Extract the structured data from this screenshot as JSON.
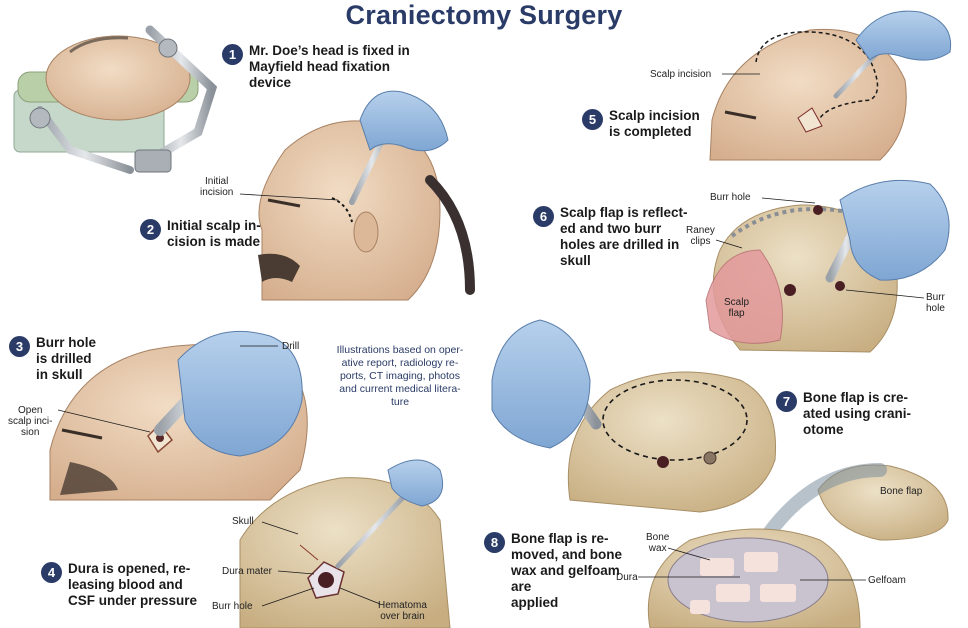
{
  "title": "Craniectomy Surgery",
  "note": "Illustrations based on oper-\native report, radiology re-\nports, CT imaging, photos\nand  current medical litera-\nture",
  "steps": [
    {
      "n": "1",
      "text": "Mr. Doe’s head is fixed in\nMayfield head fixation\ndevice"
    },
    {
      "n": "2",
      "text": "Initial scalp in-\ncision is made"
    },
    {
      "n": "3",
      "text": "Burr hole\nis drilled\nin skull"
    },
    {
      "n": "4",
      "text": "Dura is opened, re-\nleasing blood and\nCSF under pressure"
    },
    {
      "n": "5",
      "text": "Scalp incision\nis completed"
    },
    {
      "n": "6",
      "text": "Scalp flap is reflect-\ned and two burr\nholes are drilled in\nskull"
    },
    {
      "n": "7",
      "text": "Bone flap is cre-\nated using crani-\notome"
    },
    {
      "n": "8",
      "text": "Bone flap is re-\nmoved, and bone\nwax and gelfoam\nare\napplied"
    }
  ],
  "labels": {
    "initial_incision": "Initial\nincision",
    "drill": "Drill",
    "open_scalp_incision": "Open\nscalp inci-\nsion",
    "skull": "Skull",
    "dura_mater": "Dura mater",
    "burr_hole": "Burr hole",
    "hematoma": "Hematoma\nover brain",
    "scalp_incision": "Scalp incision",
    "burr_hole_top": "Burr hole",
    "raney_clips": "Raney\nclips",
    "scalp_flap": "Scalp\nflap",
    "burr_hole_right": "Burr\nhole",
    "bone_flap": "Bone flap",
    "bone_wax": "Bone\nwax",
    "dura": "Dura",
    "gelfoam": "Gelfoam"
  },
  "colors": {
    "title": "#2a3b67",
    "skin": "#e6c8aa",
    "skull": "#d8c39c",
    "glove": "#8fb4dd",
    "scalp_flap": "#e39a9c",
    "dura": "#c9c2cf"
  }
}
